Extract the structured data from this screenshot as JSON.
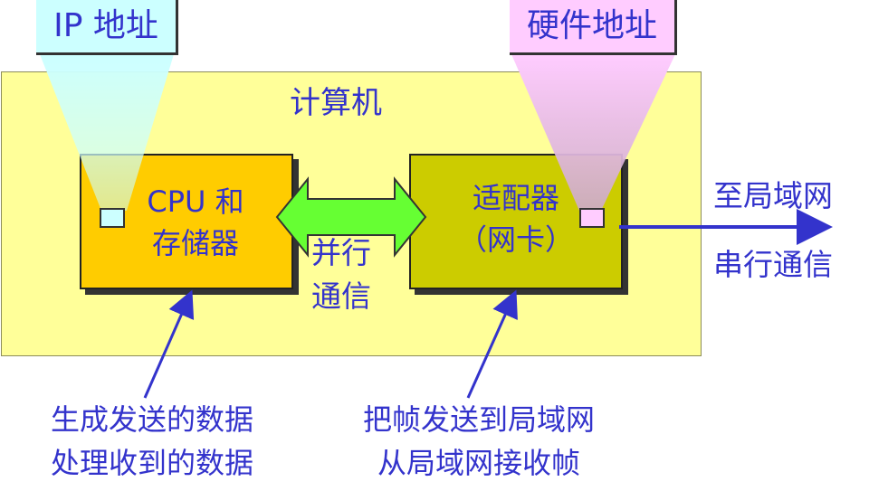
{
  "computer_label": "计算机",
  "ip_address_label": "IP 地址",
  "hardware_address_label": "硬件地址",
  "cpu_box": {
    "line1": "CPU 和",
    "line2": "存储器"
  },
  "adapter_box": {
    "line1": "适配器",
    "line2": "（网卡）"
  },
  "parallel_comm": {
    "line1": "并行",
    "line2": "通信"
  },
  "to_lan": "至局域网",
  "serial_comm": "串行通信",
  "cpu_caption": {
    "line1": "生成发送的数据",
    "line2": "处理收到的数据"
  },
  "adapter_caption": {
    "line1": "把帧发送到局域网",
    "line2": "从局域网接收帧"
  },
  "colors": {
    "text": "#3333cc",
    "computer_bg": "#ffff99",
    "cpu_bg": "#ffcc00",
    "adapter_bg": "#cccc00",
    "ip_label_bg": "#ccffff",
    "hw_label_bg": "#ffccff",
    "bus_arrow": "#66ff33"
  }
}
